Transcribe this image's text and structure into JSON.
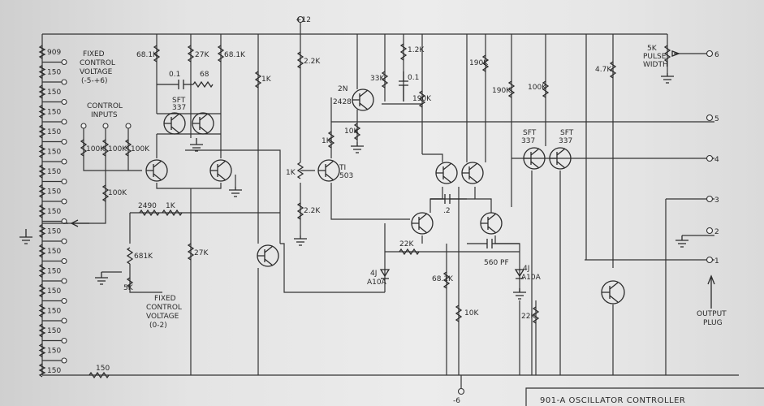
{
  "title_block": "901-A OSCILLATOR CONTROLLER",
  "supply": {
    "positive": "+12",
    "negative": "-6"
  },
  "notes": {
    "fixed_cv_top": [
      "FIXED",
      "CONTROL",
      "VOLTAGE",
      "(-5-+6)"
    ],
    "control_inputs": [
      "CONTROL",
      "INPUTS"
    ],
    "fixed_cv_bottom": [
      "FIXED",
      "CONTROL",
      "VOLTAGE",
      "(0-2)"
    ],
    "pulse_width": [
      "5K",
      "PULSE",
      "WIDTH"
    ],
    "output_plug": [
      "OUTPUT",
      "PLUG"
    ]
  },
  "divider_labels": [
    "909",
    "150",
    "150",
    "150",
    "150",
    "150",
    "150",
    "150",
    "150",
    "150",
    "150",
    "150",
    "150",
    "150",
    "150",
    "150",
    "150"
  ],
  "bottom_resistor": "150",
  "components": {
    "r_68k_a": "68.1K",
    "r_27k_a": "27K",
    "r_68k_b": "68.1K",
    "cap_c1": "0.1",
    "r_68": "68",
    "sft337_a": [
      "SFT",
      "337"
    ],
    "r_100k_1": "100K",
    "r_100k_2": "100K",
    "r_100k_3": "100K",
    "r_100k_4": "100K",
    "r_1k_a": "1K",
    "r_2490": "2490",
    "r_1k_b": "1K",
    "r_681k": "681K",
    "pot_5k": "5K",
    "r_27k_b": "27K",
    "r_2_2k_a": "2.2K",
    "r_1k_c": "1K",
    "r_2_2k_b": "2.2K",
    "ti503": [
      "TI",
      "503"
    ],
    "q_2n2428": [
      "2N",
      "2428"
    ],
    "r_33k": "33K",
    "r_1_2k": "1.2K",
    "cap_0_1": "0.1",
    "r_190k_a": "190K",
    "r_1k_d": "1K",
    "r_10k_a": "10K",
    "cap_2": ".2",
    "r_22k_a": "22K",
    "cap_560": "560 PF",
    "diode_a": [
      "4J",
      "A10A"
    ],
    "diode_b": [
      "4J",
      "A10A"
    ],
    "r_68k_c": "68.1K",
    "r_10k_b": "10K",
    "r_190k_b": "190K",
    "r_190k_c": "190K",
    "sft337_b": [
      "SFT",
      "337"
    ],
    "sft337_c": [
      "SFT",
      "337"
    ],
    "r_100k_5": "100K",
    "r_4_7k": "4.7K",
    "r_22k_b": "22K"
  },
  "terminals": [
    "6",
    "5",
    "4",
    "3",
    "2",
    "1"
  ]
}
